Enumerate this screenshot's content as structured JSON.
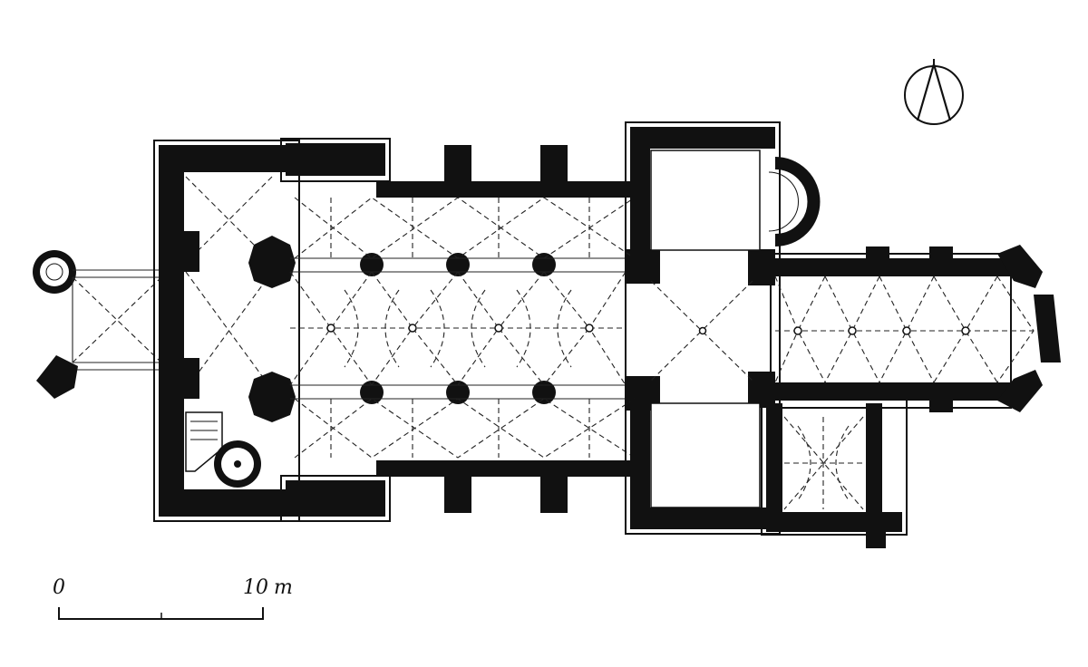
{
  "scale_bar": {
    "start_label": "0",
    "end_label": "10",
    "unit": "m"
  },
  "north_arrow": {
    "icon": "north-arrow-icon"
  },
  "colors": {
    "ink": "#111111",
    "paper": "#ffffff"
  }
}
